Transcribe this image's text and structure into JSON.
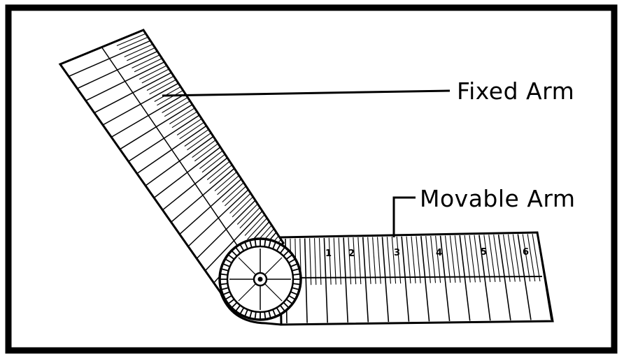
{
  "labels": {
    "fixed_arm": "Fixed Arm",
    "movable_arm": "Movable Arm"
  },
  "movable_arm_scale": [
    "1",
    "2",
    "3",
    "4",
    "5",
    "6"
  ],
  "colors": {
    "ink": "#000000",
    "paper": "#ffffff"
  }
}
